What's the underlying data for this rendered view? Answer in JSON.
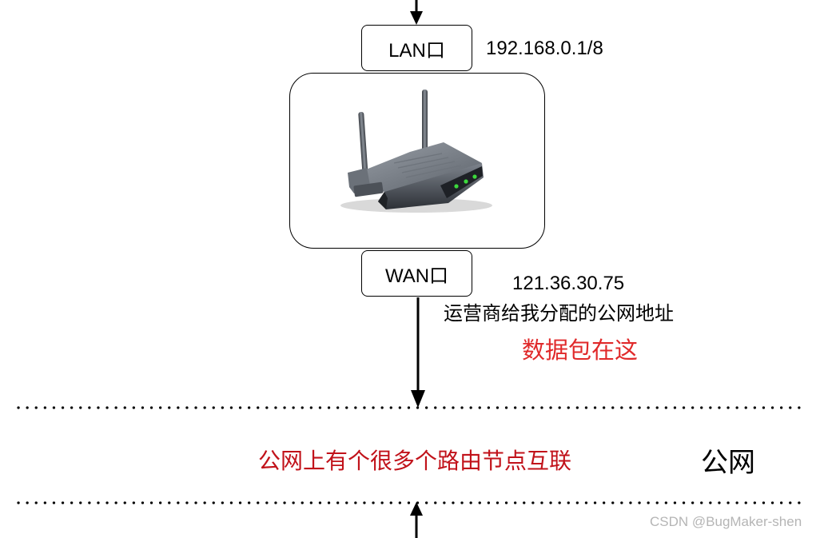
{
  "lan_port": {
    "label": "LAN口",
    "ip": "192.168.0.1/8"
  },
  "router": {
    "icon": "wireless-router-icon"
  },
  "wan_port": {
    "label": "WAN口",
    "ip": "121.36.30.75",
    "description": "运营商给我分配的公网地址",
    "packet_note": "数据包在这"
  },
  "public_network": {
    "description": "公网上有个很多个路由节点互联",
    "label": "公网"
  },
  "watermark": "CSDN @BugMaker-shen",
  "colors": {
    "highlight_red": "#e0292a",
    "dark_red": "#c1121a",
    "line": "#000000",
    "watermark": "#b5b5b5"
  }
}
